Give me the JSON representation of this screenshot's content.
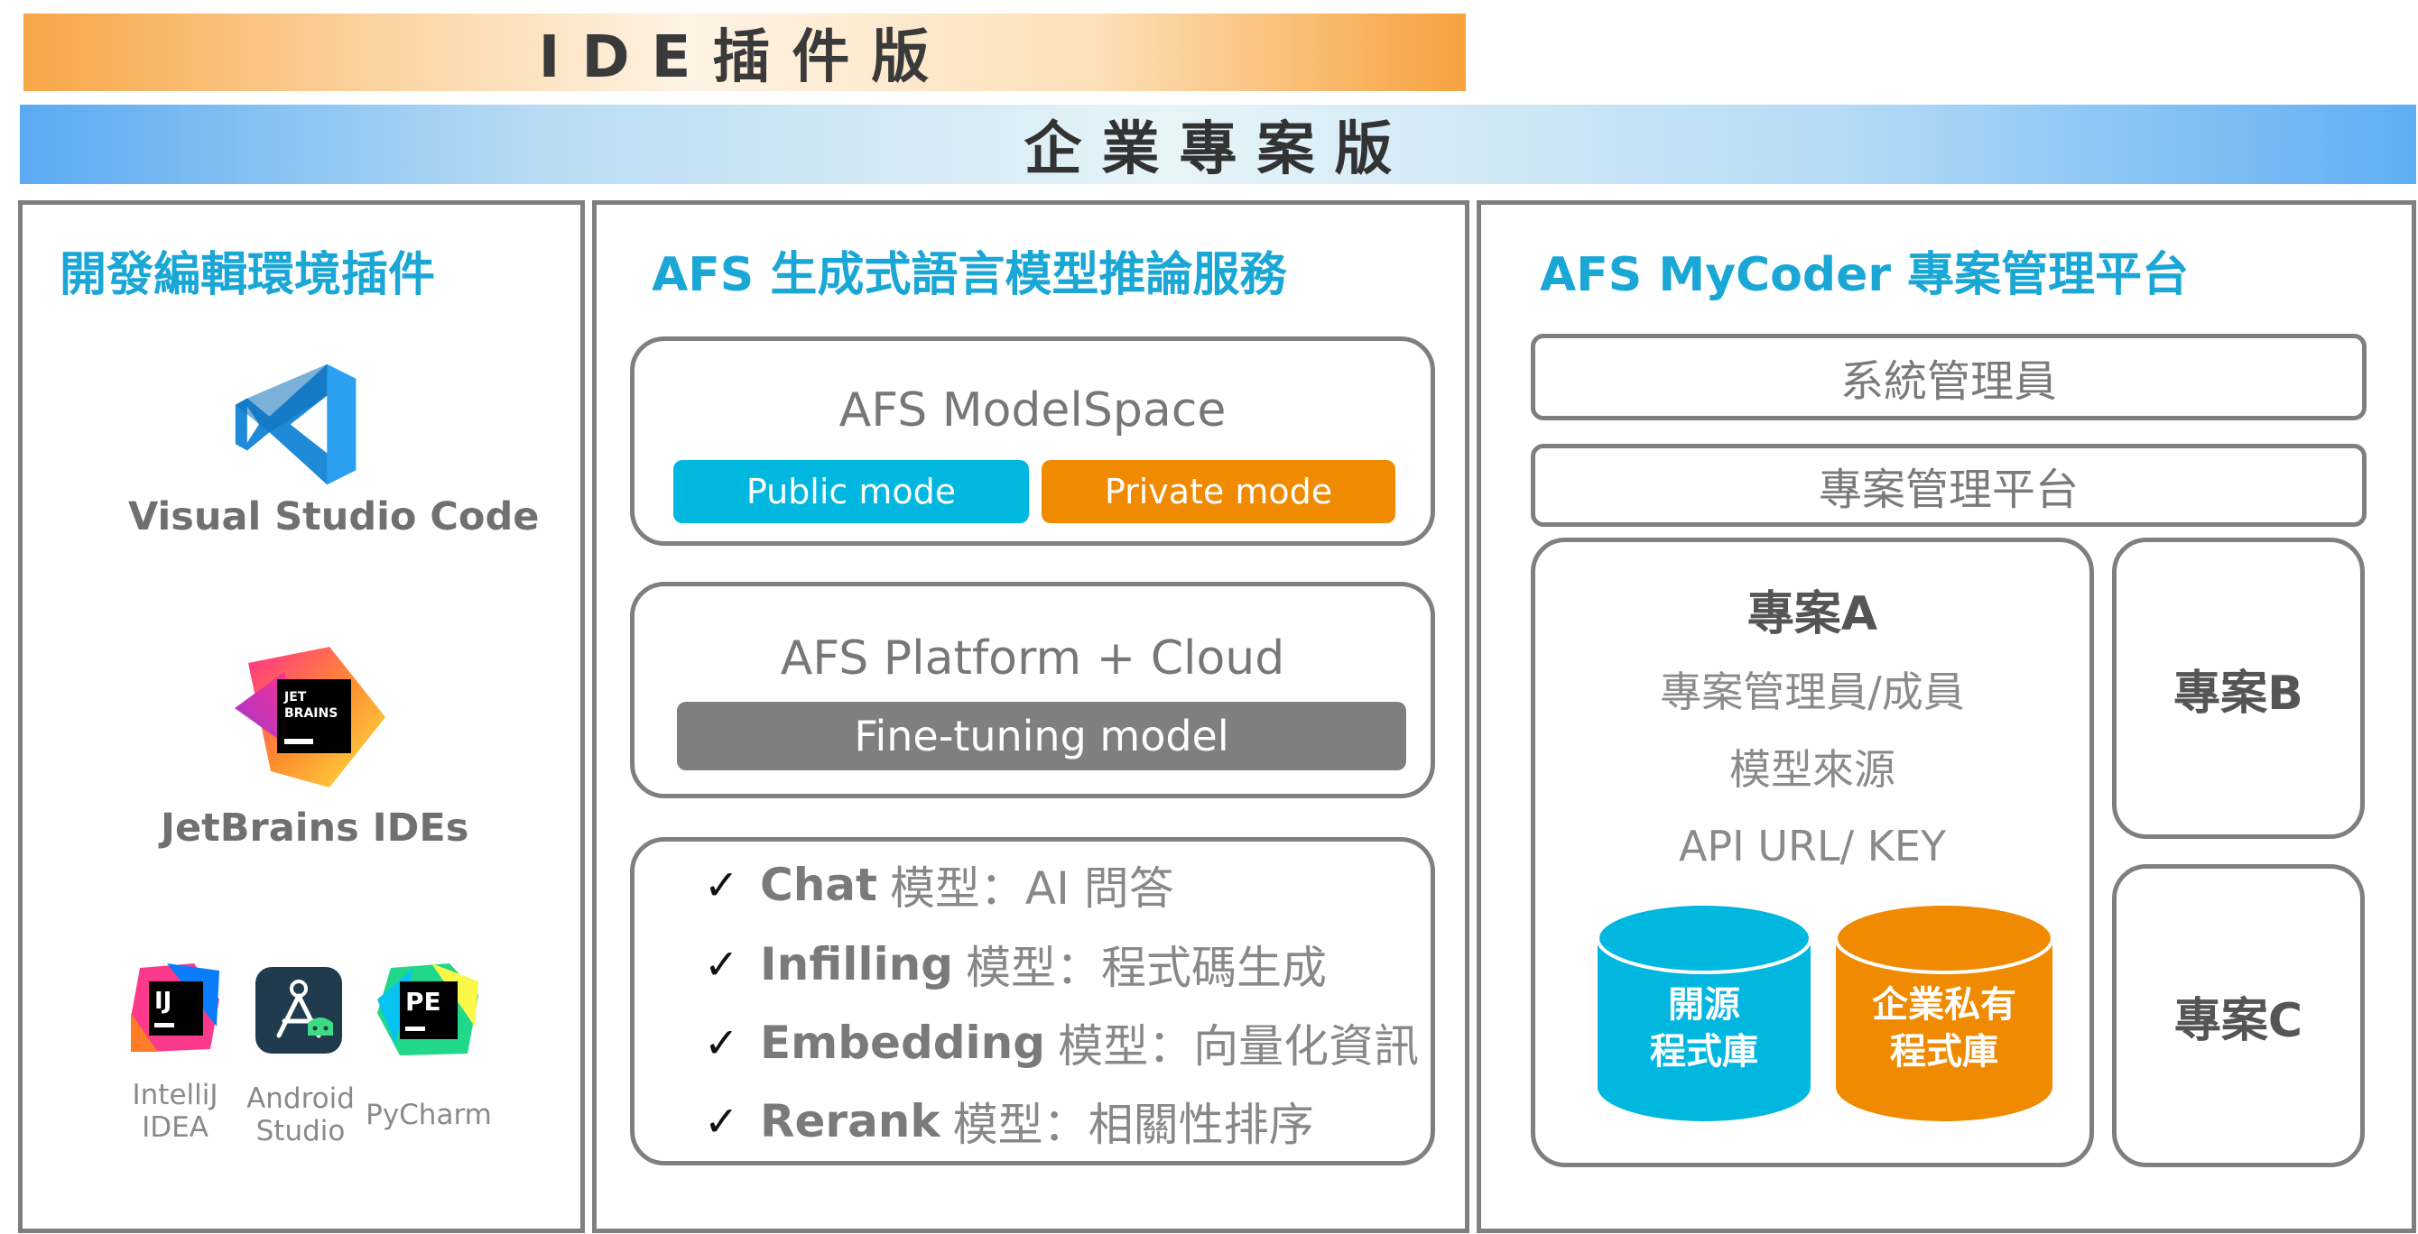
{
  "banners": {
    "ide": "IDE插件版",
    "enterprise": "企業專案版"
  },
  "left_panel": {
    "title": "開發編輯環境插件",
    "vscode_label": "Visual Studio Code",
    "jetbrains_label": "JetBrains IDEs",
    "jetbrains_logo_text": "JET BRAINS",
    "apps": [
      {
        "label_line1": "IntelliJ",
        "label_line2": "IDEA",
        "logo_text": "IJ"
      },
      {
        "label_line1": "Android",
        "label_line2": "Studio"
      },
      {
        "label_line1": "PyCharm",
        "label_line2": "",
        "logo_text": "PE"
      }
    ]
  },
  "middle_panel": {
    "title": "AFS 生成式語言模型推論服務",
    "modelspace": {
      "title": "AFS ModelSpace",
      "public_mode": "Public mode",
      "private_mode": "Private mode"
    },
    "platform": {
      "title": "AFS Platform + Cloud",
      "finetune": "Fine-tuning model"
    },
    "models": [
      {
        "tick": "✓",
        "keyword": "Chat",
        "desc": "模型：AI 問答"
      },
      {
        "tick": "✓",
        "keyword": "Infilling",
        "desc": "模型：程式碼生成"
      },
      {
        "tick": "✓",
        "keyword": "Embedding",
        "desc": "模型：向量化資訊"
      },
      {
        "tick": "✓",
        "keyword": "Rerank",
        "desc": "模型：相關性排序"
      }
    ]
  },
  "right_panel": {
    "title": "AFS MyCoder 專案管理平台",
    "sys_admin": "系統管理員",
    "project_platform": "專案管理平台",
    "project_a": {
      "title": "專案A",
      "line1": "專案管理員/成員",
      "line2": "模型來源",
      "line3": "API URL/ KEY",
      "repo_open_line1": "開源",
      "repo_open_line2": "程式庫",
      "repo_private_line1": "企業私有",
      "repo_private_line2": "程式庫"
    },
    "project_b": "專案B",
    "project_c": "專案C"
  },
  "colors": {
    "accent_blue": "#1aa7d6",
    "public_mode": "#00b7e0",
    "private_mode": "#f08a00",
    "finetune": "#7f7f7f",
    "border": "#7f7f7f"
  }
}
